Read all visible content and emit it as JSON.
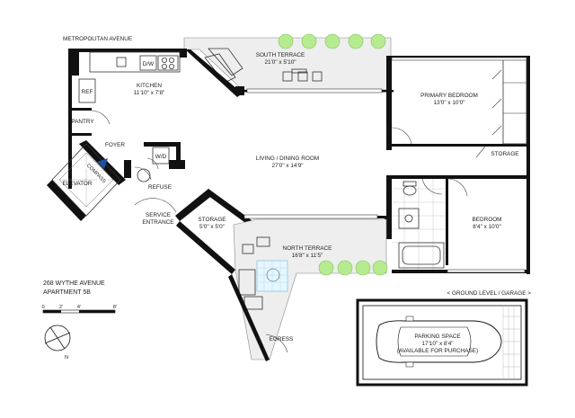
{
  "street": "METROPOLITAN AVENUE",
  "address": {
    "line1": "268 WYTHE AVENUE",
    "line2": "APARTMENT 5B"
  },
  "scale": {
    "ticks": [
      "0",
      "2'",
      "4'",
      "8'"
    ]
  },
  "compass": {
    "north_label": "N"
  },
  "rooms": {
    "south_terrace": {
      "name": "SOUTH TERRACE",
      "dims": "21'0\" x 5'10\""
    },
    "kitchen": {
      "name": "KITCHEN",
      "dims": "11'10\" x 7'8\""
    },
    "dw": "D/W",
    "ref": "REF",
    "pantry": "PANTRY",
    "foyer": "FOYER",
    "elevator": "ELEVATOR",
    "compass_badge": "COMPASS",
    "wd": "W/D",
    "refuse": "REFUSE",
    "service_entrance": {
      "line1": "SERVICE",
      "line2": "ENTRANCE"
    },
    "storage_small": {
      "name": "STORAGE",
      "dims": "5'0\" x 5'0\""
    },
    "living": {
      "name": "LIVING / DINING ROOM",
      "dims": "27'0\" x 14'9\""
    },
    "primary_bedroom": {
      "name": "PRIMARY BEDROOM",
      "dims": "13'0\" x 10'0\""
    },
    "storage_closet": "STORAGE",
    "bedroom": {
      "name": "BEDROOM",
      "dims": "8'4\" x 10'0\""
    },
    "north_terrace": {
      "name": "NORTH TERRACE",
      "dims": "16'8\" x 11'5\""
    },
    "egress": "EGRESS"
  },
  "garage": {
    "level_label": "< GROUND LEVEL / GARAGE >",
    "space_name": "PARKING SPACE",
    "space_dims": "17'10\" x 8'4\"",
    "note": "(AVAILABLE FOR PURCHASE)"
  },
  "colors": {
    "wall": "#111111",
    "plant": "#b7eb8f",
    "terrace": "#eeeeee",
    "badge": "#1f4fa0"
  }
}
